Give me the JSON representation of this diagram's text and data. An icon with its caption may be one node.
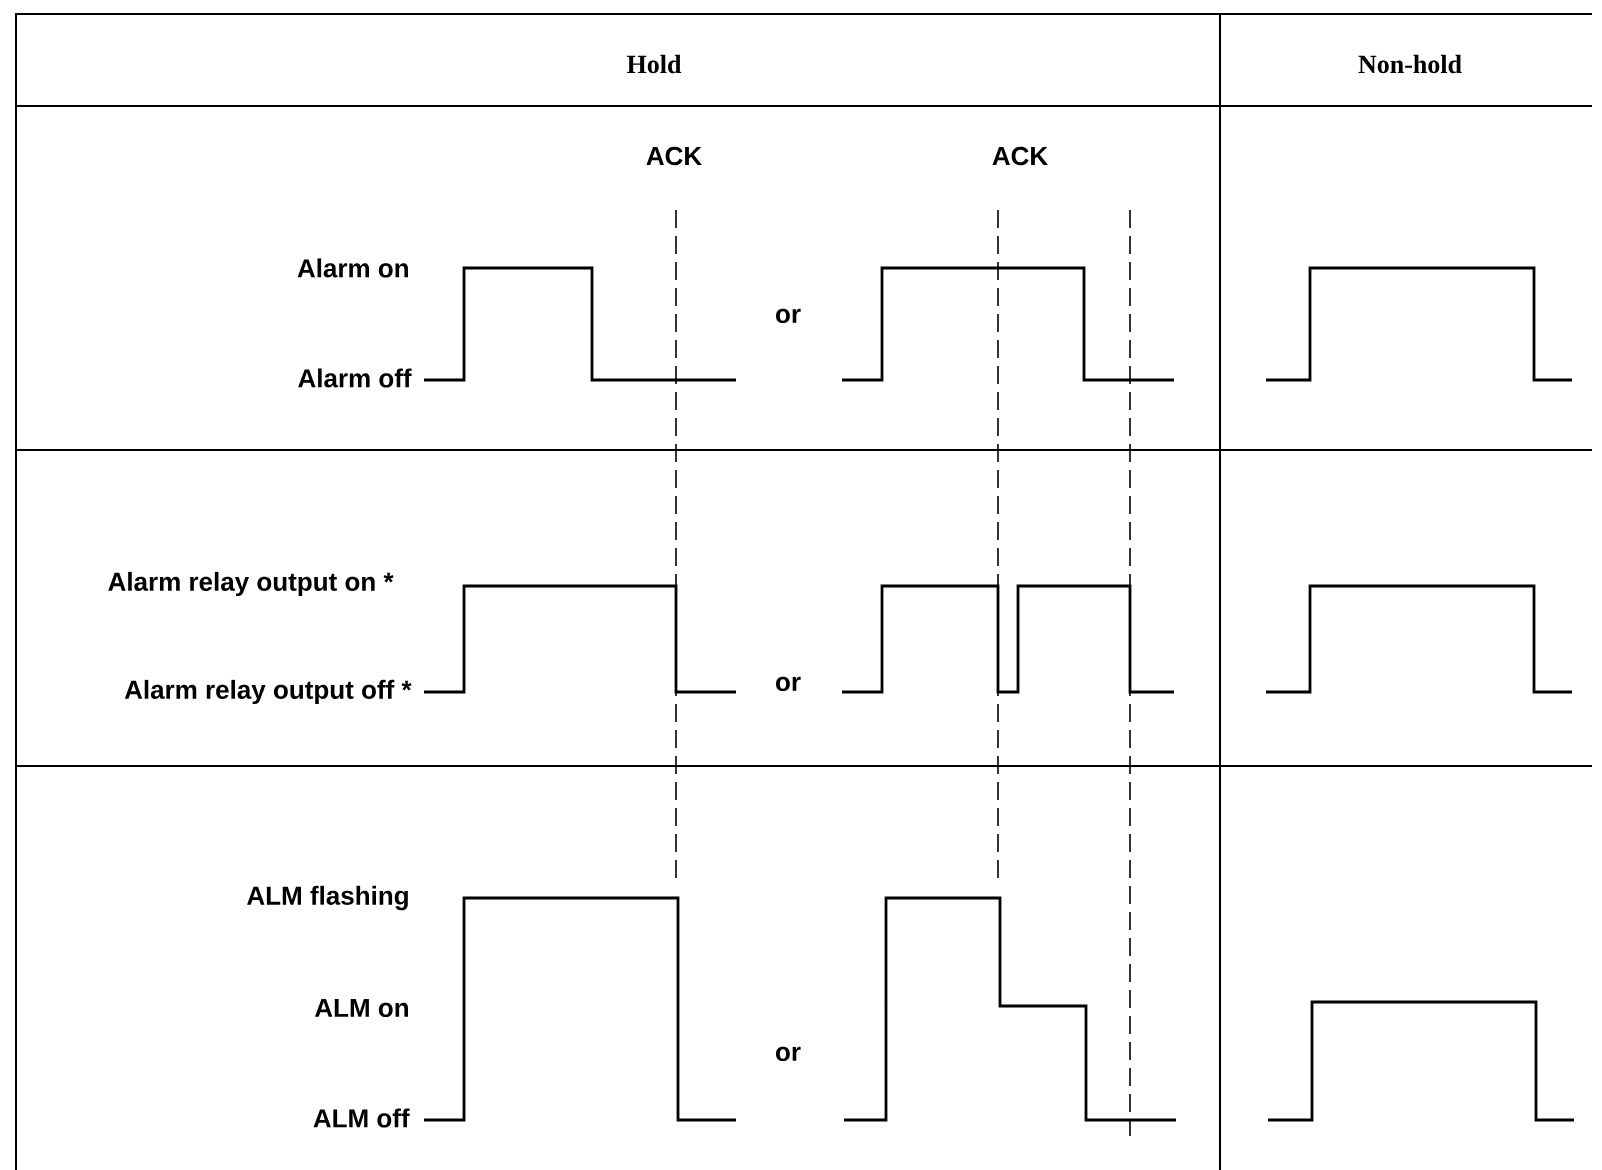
{
  "diagram": {
    "labels": [
      "Hold",
      "Non-hold",
      "ACK",
      "ACK",
      "Alarm on",
      "or",
      "Alarm off",
      "Alarm relay output on *",
      "or",
      "Alarm relay output off *",
      "ALM flashing",
      "ALM on",
      "or",
      "ALM off"
    ]
  }
}
